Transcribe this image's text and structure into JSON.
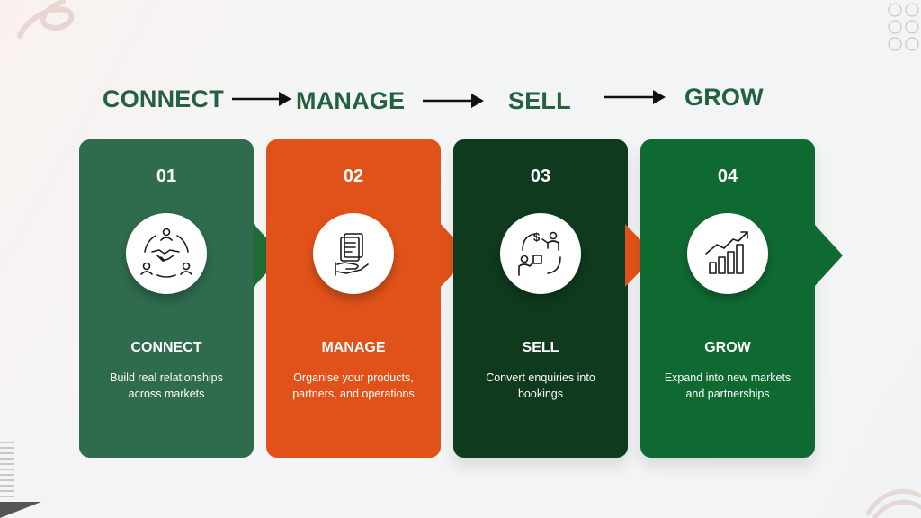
{
  "flow": {
    "steps": [
      "CONNECT",
      "MANAGE",
      "SELL",
      "GROW"
    ]
  },
  "cards": [
    {
      "number": "01",
      "title": "CONNECT",
      "description": "Build real relationships across markets",
      "color": "#2f6b4d",
      "icon": "handshake-icon"
    },
    {
      "number": "02",
      "title": "MANAGE",
      "description": "Organise your products, partners, and operations",
      "color": "#e1521a",
      "icon": "documents-hand-icon"
    },
    {
      "number": "03",
      "title": "SELL",
      "description": "Convert enquiries into bookings",
      "color": "#0f3a1e",
      "icon": "exchange-icon"
    },
    {
      "number": "04",
      "title": "GROW",
      "description": "Expand into new markets and partnerships",
      "color": "#0f6a32",
      "icon": "growth-chart-icon"
    }
  ],
  "colors": {
    "heading_green": "#23613f",
    "connect_green": "#2f6b4d",
    "manage_orange": "#e1521a",
    "sell_dark_green": "#0f3a1e",
    "grow_green": "#0f6a32"
  }
}
